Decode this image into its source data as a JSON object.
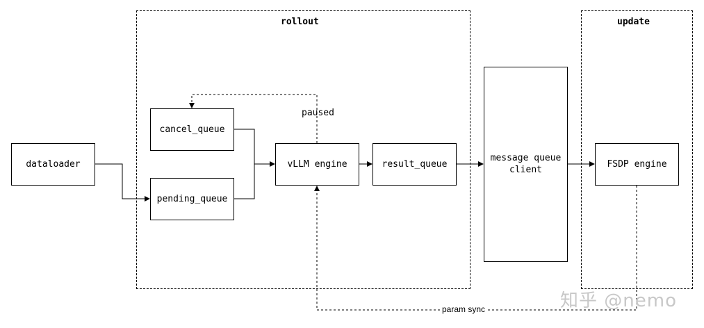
{
  "groups": {
    "rollout": "rollout",
    "update": "update"
  },
  "nodes": {
    "dataloader": "dataloader",
    "cancel_queue": "cancel_queue",
    "pending_queue": "pending_queue",
    "vllm_engine": "vLLM engine",
    "result_queue": "result_queue",
    "message_queue_line1": "message queue",
    "message_queue_line2": "client",
    "fsdp_engine": "FSDP engine"
  },
  "edge_labels": {
    "paused": "paused",
    "param_sync": "param sync"
  },
  "watermark": "知乎 @nemo"
}
